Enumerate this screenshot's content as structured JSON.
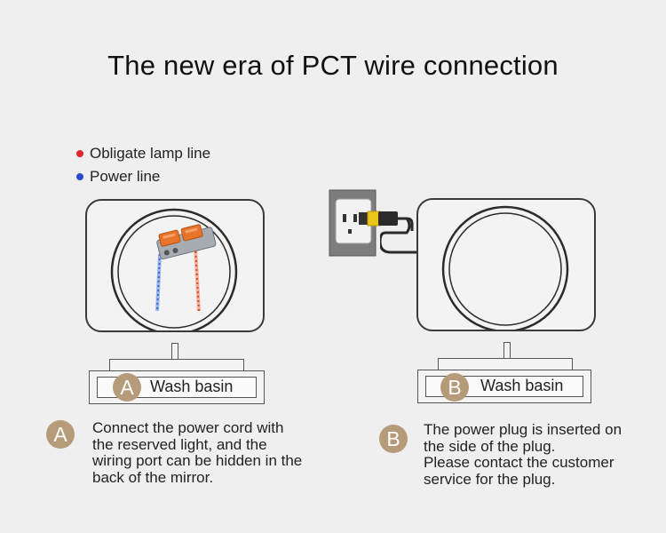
{
  "title": "The new era of PCT wire connection",
  "legend": [
    {
      "label": "Obligate lamp line",
      "color": "#e3262b"
    },
    {
      "label": "Power line",
      "color": "#2a4ad0"
    }
  ],
  "panels": [
    {
      "badge": "A",
      "basin_label": "Wash basin",
      "description": [
        "Connect the power cord with",
        "the reserved light, and the",
        "wiring port can be hidden in the",
        "back of the mirror."
      ]
    },
    {
      "badge": "B",
      "basin_label": "Wash basin",
      "description": [
        "The power plug is inserted on",
        "the side of the plug.",
        "Please contact the customer",
        "service for the plug."
      ]
    }
  ],
  "colors": {
    "badge": "#b59b7a",
    "connector_orange": "#e8742a",
    "connector_gray": "#9aa0a6",
    "outlet": "#7d7d7d",
    "plug_yellow": "#e8c518"
  }
}
